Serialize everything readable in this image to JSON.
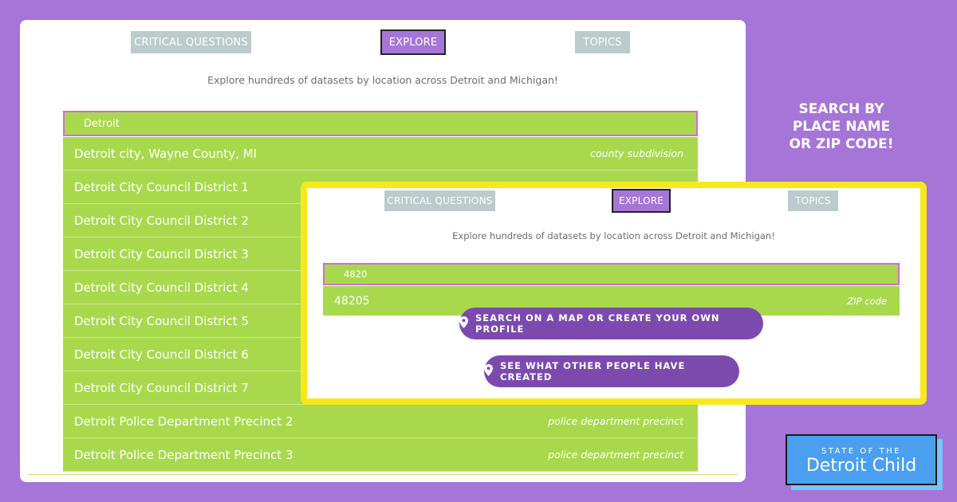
{
  "tabs": [
    "CRITICAL QUESTIONS",
    "EXPLORE",
    "TOPICS"
  ],
  "tagline": "Explore hundreds of datasets by location across Detroit and Michigan!",
  "back_search": {
    "value": "Detroit"
  },
  "back_results": [
    {
      "name": "Detroit city, Wayne County, MI",
      "type": "county subdivision"
    },
    {
      "name": "Detroit City Council District 1",
      "type": ""
    },
    {
      "name": "Detroit City Council District 2",
      "type": ""
    },
    {
      "name": "Detroit City Council District 3",
      "type": ""
    },
    {
      "name": "Detroit City Council District 4",
      "type": ""
    },
    {
      "name": "Detroit City Council District 5",
      "type": ""
    },
    {
      "name": "Detroit City Council District 6",
      "type": ""
    },
    {
      "name": "Detroit City Council District 7",
      "type": ""
    },
    {
      "name": "Detroit Police Department Precinct 2",
      "type": "police department precinct"
    },
    {
      "name": "Detroit Police Department Precinct 3",
      "type": "police department precinct"
    }
  ],
  "front_search": {
    "value": "4820"
  },
  "front_result": {
    "name": "48205",
    "type": "ZIP code"
  },
  "buttons": {
    "map_profile": "SEARCH ON A MAP OR CREATE YOUR OWN PROFILE",
    "see_created": "SEE WHAT OTHER PEOPLE HAVE CREATED"
  },
  "side_callout": [
    "SEARCH BY",
    "PLACE NAME",
    "OR ZIP CODE!"
  ],
  "logo": {
    "top": "STATE OF THE",
    "main": "Detroit Child"
  },
  "colors": {
    "background": "#a675d8",
    "green": "#a8d94d",
    "pink_border": "#d56bd2",
    "button_purple": "#7c4aaf",
    "highlight_yellow": "#f7e81c",
    "tab_grey": "#bccbcc",
    "logo_blue": "#4a9ff0"
  },
  "icons": {
    "map_pin": "map-pin-icon"
  }
}
